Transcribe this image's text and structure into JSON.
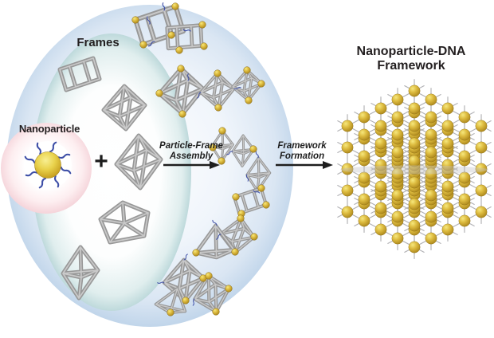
{
  "figure": {
    "title": {
      "line1": "Nanoparticle-DNA",
      "line2": "Framework"
    },
    "labels": {
      "frames": "Frames",
      "nanoparticle": "Nanoparticle",
      "plus": "+"
    },
    "process": {
      "assembly": {
        "line1": "Particle-Frame",
        "line2": "Assembly"
      },
      "formation": {
        "line1": "Framework",
        "line2": "Formation"
      }
    },
    "colors": {
      "background": "#ffffff",
      "outer_region_edge": "#b7cfe7",
      "frames_region_edge": "#abced1",
      "nanoparticle_region_edge": "#f5d4da",
      "frame_gray": "#989898",
      "gold": "#d2a92c",
      "dna_blue": "#3c4da6",
      "text": "#231f20"
    },
    "components": [
      "cube-frame",
      "small-octahedron-frame",
      "large-octahedron-frame",
      "triangular-prism-frame",
      "bipyramid-frame",
      "gold-nanoparticle-with-dna",
      "particle-frame-assemblies",
      "nanoparticle-dna-framework-lattice"
    ]
  }
}
